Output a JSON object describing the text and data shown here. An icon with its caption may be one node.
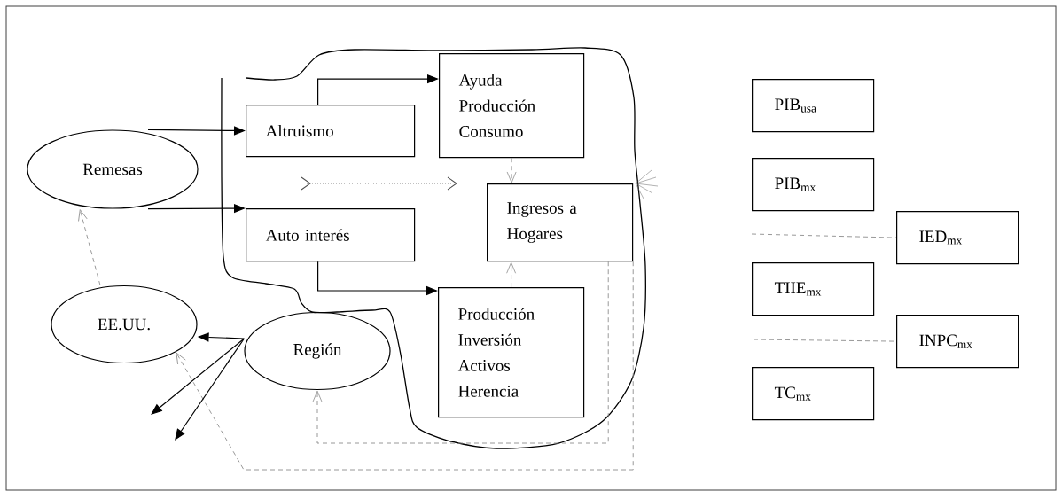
{
  "diagram": {
    "nodes": [
      {
        "text": [
          "Remesas"
        ]
      },
      {
        "text": [
          "EE.UU."
        ]
      },
      {
        "text": [
          "Región"
        ]
      },
      {
        "text": [
          "Altruismo"
        ]
      },
      {
        "text": [
          "Auto interés"
        ]
      },
      {
        "text": [
          "Ayuda",
          "Producción",
          "Consumo"
        ]
      },
      {
        "text": [
          "Ingresos a Hogares"
        ]
      },
      {
        "text": [
          "Producción",
          "Inversión",
          "Activos",
          "Herencia"
        ]
      },
      {
        "text": [
          "PIB$_{usa}$"
        ]
      },
      {
        "text": [
          "PIB$_{mx}$"
        ]
      },
      {
        "text": [
          "IED$_{mx}$"
        ]
      },
      {
        "text": [
          "TIIE$_{mx}$"
        ]
      },
      {
        "text": [
          "INPC$_{mx}$"
        ]
      },
      {
        "text": [
          "TC$_{mx}$"
        ]
      }
    ],
    "edges": [
      {
        "from": 0,
        "to": 3,
        "arrow": "to"
      },
      {
        "from": 0,
        "to": 4,
        "arrow": "to"
      },
      {
        "from": 3,
        "to": 5,
        "arrow": "to"
      },
      {
        "from": 4,
        "to": 7,
        "arrow": "to"
      },
      {
        "from": 5,
        "to": 6,
        "arrow": "to",
        "style": "dashed",
        "color": "#8c8c8c"
      },
      {
        "from": 7,
        "to": 6,
        "arrow": "to",
        "style": "dashed",
        "color": "#8c8c8c"
      },
      {
        "from": 6,
        "to": 2,
        "arrow": "to",
        "style": "dashed",
        "color": "#8c8c8c"
      },
      {
        "from": 6,
        "to": 1,
        "arrow": "to",
        "style": "dashed",
        "color": "#8c8c8c"
      },
      {
        "from": 1,
        "to": 0,
        "arrow": "to",
        "style": "dashed",
        "color": "#8c8c8c"
      },
      {
        "from": 2,
        "to": 1,
        "arrow": "to"
      },
      {
        "from": 2,
        "to": null,
        "arrow": "to"
      },
      {
        "from": 2,
        "to": null,
        "arrow": "to"
      },
      {
        "from": null,
        "to": 10,
        "arrow": "none",
        "style": "dashed",
        "color": "#8c8c8c"
      },
      {
        "from": null,
        "to": 12,
        "arrow": "none",
        "style": "dashed",
        "color": "#8c8c8c"
      }
    ]
  }
}
